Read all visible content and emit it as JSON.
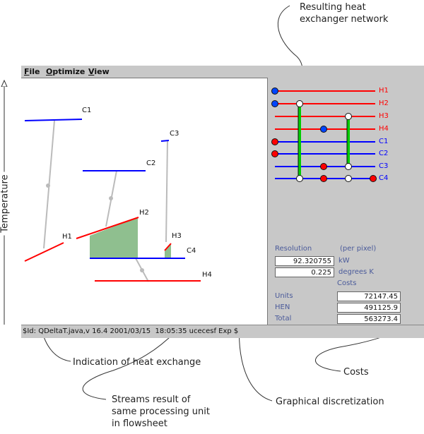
{
  "callouts": {
    "network": [
      "Resulting heat",
      "exchanger network"
    ],
    "temperature": "Temperature",
    "heat_exchange": "Indication of heat exchange",
    "streams": [
      "Streams result of",
      "same processing unit",
      "in flowsheet"
    ],
    "discretization": "Graphical discretization",
    "costs": "Costs"
  },
  "menu": {
    "file": "File",
    "optimize": "Optimize",
    "view": "View"
  },
  "plot_labels": {
    "c1": "C1",
    "c2": "C2",
    "c3": "C3",
    "c4": "C4",
    "h1": "H1",
    "h2": "H2",
    "h3": "H3",
    "h4": "H4"
  },
  "network": {
    "streams": [
      {
        "label": "H1",
        "color": "#ff0000"
      },
      {
        "label": "H2",
        "color": "#ff0000"
      },
      {
        "label": "H3",
        "color": "#ff0000"
      },
      {
        "label": "H4",
        "color": "#ff0000"
      },
      {
        "label": "C1",
        "color": "#0000ff"
      },
      {
        "label": "C2",
        "color": "#0000ff"
      },
      {
        "label": "C3",
        "color": "#0000ff"
      },
      {
        "label": "C4",
        "color": "#0000ff"
      }
    ]
  },
  "resolution": {
    "title": "Resolution",
    "per_pixel": "(per pixel)",
    "kw_value": "92.320755",
    "kw_unit": "kW",
    "deg_value": "0.225",
    "deg_unit": "degrees K",
    "costs_header": "Costs"
  },
  "costs": {
    "units_label": "Units",
    "units_value": "72147.45",
    "hen_label": "HEN",
    "hen_value": "491125.9",
    "total_label": "Total",
    "total_value": "563273.4"
  },
  "status": "$Id: QDeltaT.java,v 16.4 2001/03/15  18:05:35 ucecesf Exp $",
  "colors": {
    "hot": "#ff0000",
    "cold": "#0000ff",
    "exchange": "#8fbf8f",
    "match": "#00cc00",
    "link": "#bbbbbb"
  }
}
